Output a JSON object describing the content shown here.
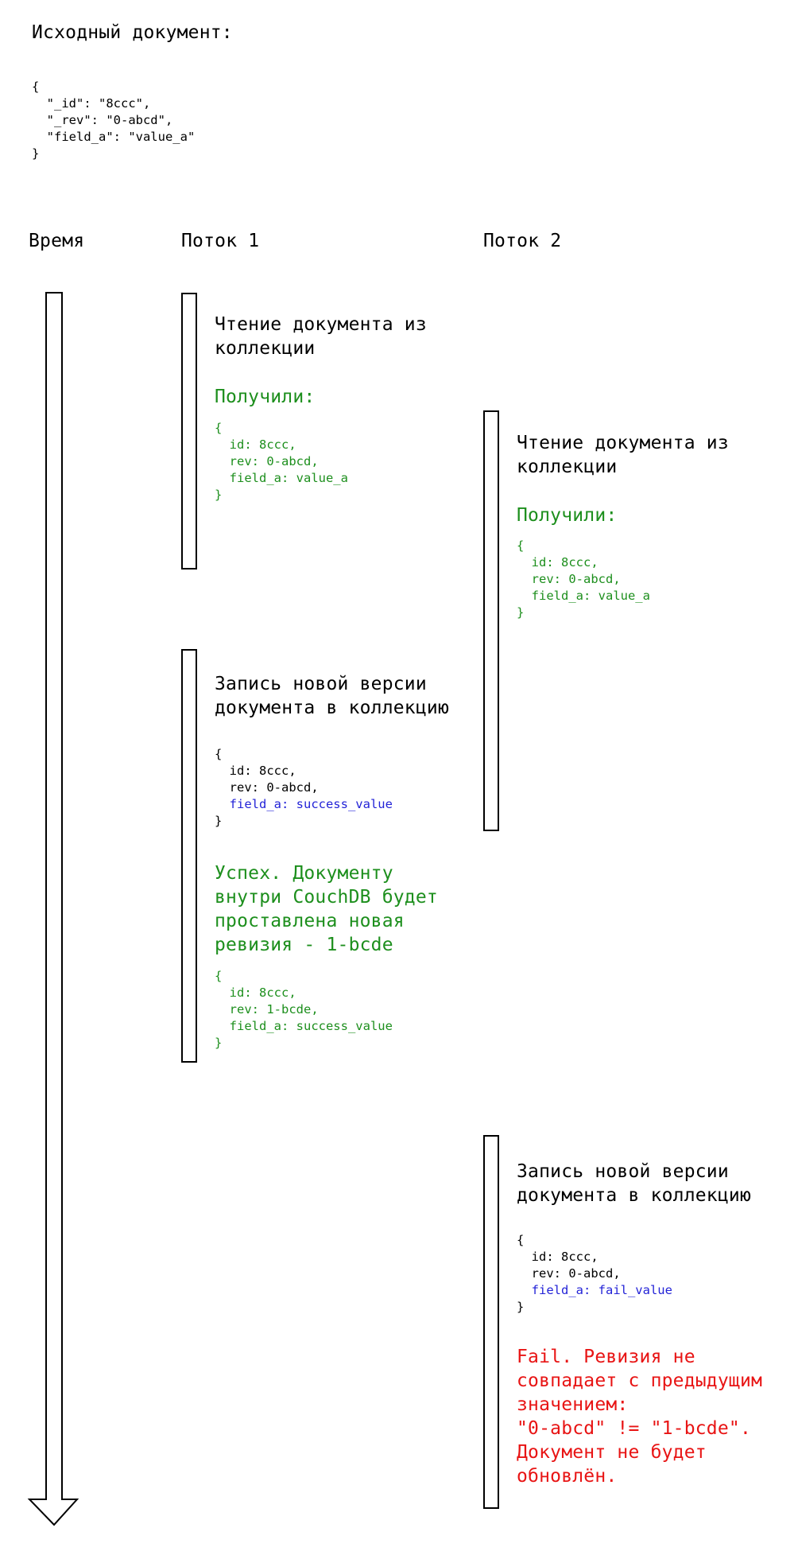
{
  "source_doc": {
    "title": "Исходный документ:",
    "code": "{\n  \"_id\": \"8ccc\",\n  \"_rev\": \"0-abcd\",\n  \"field_a\": \"value_a\"\n}"
  },
  "columns": {
    "time_label": "Время",
    "thread1_label": "Поток 1",
    "thread2_label": "Поток 2"
  },
  "thread1": {
    "read": {
      "action": "Чтение документа из\nколлекции",
      "result_label": "Получили:",
      "result_code": "{\n  id: 8ccc,\n  rev: 0-abcd,\n  field_a: value_a\n}"
    },
    "write": {
      "action": "Запись новой версии\nдокумента в коллекцию",
      "request_code_before": "{\n  id: 8ccc,\n  rev: 0-abcd,\n",
      "request_code_field": "  field_a: success_value",
      "request_code_after": "\n}",
      "outcome": "Успех. Документу\nвнутри CouchDB будет\nпроставлена новая\nревизия - 1-bcde",
      "outcome_code": "{\n  id: 8ccc,\n  rev: 1-bcde,\n  field_a: success_value\n}"
    }
  },
  "thread2": {
    "read": {
      "action": "Чтение документа из\nколлекции",
      "result_label": "Получили:",
      "result_code": "{\n  id: 8ccc,\n  rev: 0-abcd,\n  field_a: value_a\n}"
    },
    "write": {
      "action": "Запись новой версии\nдокумента в коллекцию",
      "request_code_before": "{\n  id: 8ccc,\n  rev: 0-abcd,\n",
      "request_code_field": "  field_a: fail_value",
      "request_code_after": "\n}",
      "outcome": "Fail. Ревизия не\nсовпадает с предыдущим\nзначением:\n\"0-abcd\" != \"1-bcde\".\nДокумент не будет\nобновлён."
    }
  },
  "colors": {
    "text": "#000000",
    "success_green": "#1d8f1d",
    "highlight_blue": "#2323d7",
    "fail_red": "#e81414",
    "background": "#ffffff"
  }
}
